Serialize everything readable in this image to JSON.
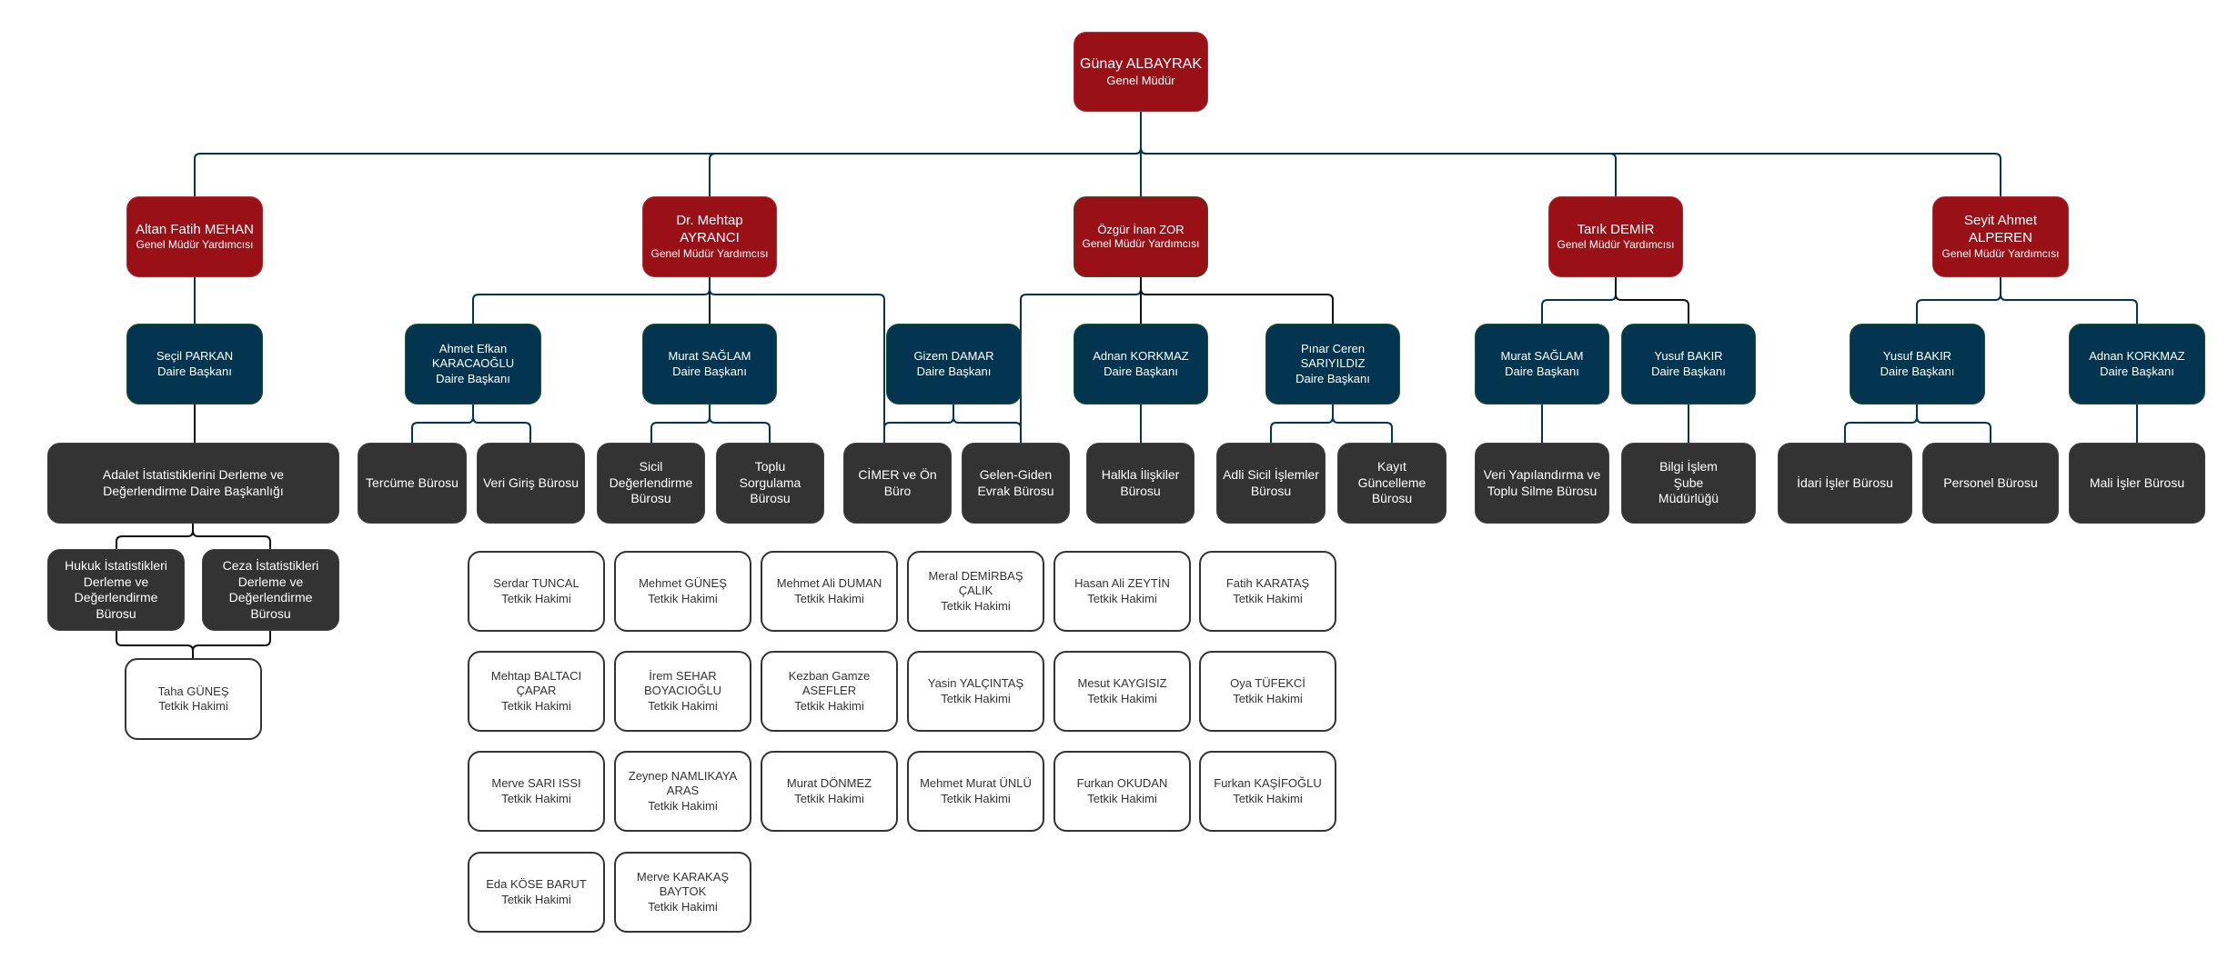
{
  "colors": {
    "head": "#991016",
    "department_head": "#033551",
    "bureau": "#333333",
    "judge_border": "#333333",
    "connector": "#033551",
    "connector_dark": "#111111"
  },
  "general_director": {
    "name": "Günay ALBAYRAK",
    "title": "Genel Müdür"
  },
  "deputies": [
    {
      "name": "Altan Fatih MEHAN",
      "title": "Genel Müdür Yardımcısı"
    },
    {
      "name": "Dr. Mehtap AYRANCI",
      "title": "Genel Müdür Yardımcısı"
    },
    {
      "name": "Özgür İnan ZOR",
      "title": "Genel Müdür Yardımcısı"
    },
    {
      "name": "Tarık DEMİR",
      "title": "Genel Müdür Yardımcısı"
    },
    {
      "name": "Seyit Ahmet ALPEREN",
      "title": "Genel Müdür Yardımcısı"
    }
  ],
  "department_heads": [
    {
      "name": "Seçil PARKAN",
      "title": "Daire Başkanı"
    },
    {
      "name": "Ahmet Efkan KARACAOĞLU",
      "title": "Daire Başkanı"
    },
    {
      "name": "Murat SAĞLAM",
      "title": "Daire Başkanı"
    },
    {
      "name": "Gizem DAMAR",
      "title": "Daire Başkanı"
    },
    {
      "name": "Adnan KORKMAZ",
      "title": "Daire Başkanı"
    },
    {
      "name": "Pınar Ceren SARIYILDIZ",
      "title": "Daire Başkanı"
    },
    {
      "name": "Murat SAĞLAM",
      "title": "Daire Başkanı"
    },
    {
      "name": "Yusuf BAKIR",
      "title": "Daire Başkanı"
    },
    {
      "name": "Yusuf BAKIR",
      "title": "Daire Başkanı"
    },
    {
      "name": "Adnan KORKMAZ",
      "title": "Daire Başkanı"
    }
  ],
  "bureaus": [
    "Adalet İstatistiklerini Derleme ve Değerlendirme Daire Başkanlığı",
    "Tercüme Bürosu",
    "Veri Giriş Bürosu",
    "Sicil Değerlendirme Bürosu",
    "Toplu Sorgulama Bürosu",
    "CİMER ve Ön Büro",
    "Gelen-Giden Evrak Bürosu",
    "Halkla İlişkiler Bürosu",
    "Adli Sicil İşlemler Bürosu",
    "Kayıt Güncelleme Bürosu",
    "Veri Yapılandırma ve Toplu Silme Bürosu",
    "Bilgi İşlem Şube Müdürlüğü",
    "İdari İşler Bürosu",
    "Personel Bürosu",
    "Mali İşler Bürosu"
  ],
  "sub_bureaus": [
    "Hukuk İstatistikleri Derleme ve Değerlendirme Bürosu",
    "Ceza İstatistikleri Derleme ve Değerlendirme Bürosu"
  ],
  "stats_judge": {
    "name": "Taha GÜNEŞ",
    "title": "Tetkik Hakimi"
  },
  "judges": [
    {
      "name": "Serdar TUNCAL",
      "title": "Tetkik Hakimi"
    },
    {
      "name": "Mehmet GÜNEŞ",
      "title": "Tetkik Hakimi"
    },
    {
      "name": "Mehmet Ali DUMAN",
      "title": "Tetkik Hakimi"
    },
    {
      "name": "Meral DEMİRBAŞ ÇALIK",
      "title": "Tetkik Hakimi"
    },
    {
      "name": "Hasan Ali ZEYTİN",
      "title": "Tetkik Hakimi"
    },
    {
      "name": "Fatih KARATAŞ",
      "title": "Tetkik Hakimi"
    },
    {
      "name": "Mehtap BALTACI ÇAPAR",
      "title": "Tetkik Hakimi"
    },
    {
      "name": "İrem SEHAR BOYACIOĞLU",
      "title": "Tetkik Hakimi"
    },
    {
      "name": "Kezban Gamze ASEFLER",
      "title": "Tetkik Hakimi"
    },
    {
      "name": "Yasin YALÇINTAŞ",
      "title": "Tetkik Hakimi"
    },
    {
      "name": "Mesut KAYGISIZ",
      "title": "Tetkik Hakimi"
    },
    {
      "name": "Oya TÜFEKCİ",
      "title": "Tetkik Hakimi"
    },
    {
      "name": "Merve SARI ISSI",
      "title": "Tetkik Hakimi"
    },
    {
      "name": "Zeynep NAMLIKAYA ARAS",
      "title": "Tetkik Hakimi"
    },
    {
      "name": "Murat DÖNMEZ",
      "title": "Tetkik Hakimi"
    },
    {
      "name": "Mehmet Murat ÜNLÜ",
      "title": "Tetkik Hakimi"
    },
    {
      "name": "Furkan OKUDAN",
      "title": "Tetkik Hakimi"
    },
    {
      "name": "Furkan KAŞİFOĞLU",
      "title": "Tetkik Hakimi"
    },
    {
      "name": "Eda KÖSE BARUT",
      "title": "Tetkik Hakimi"
    },
    {
      "name": "Merve KARAKAŞ BAYTOK",
      "title": "Tetkik Hakimi"
    }
  ]
}
